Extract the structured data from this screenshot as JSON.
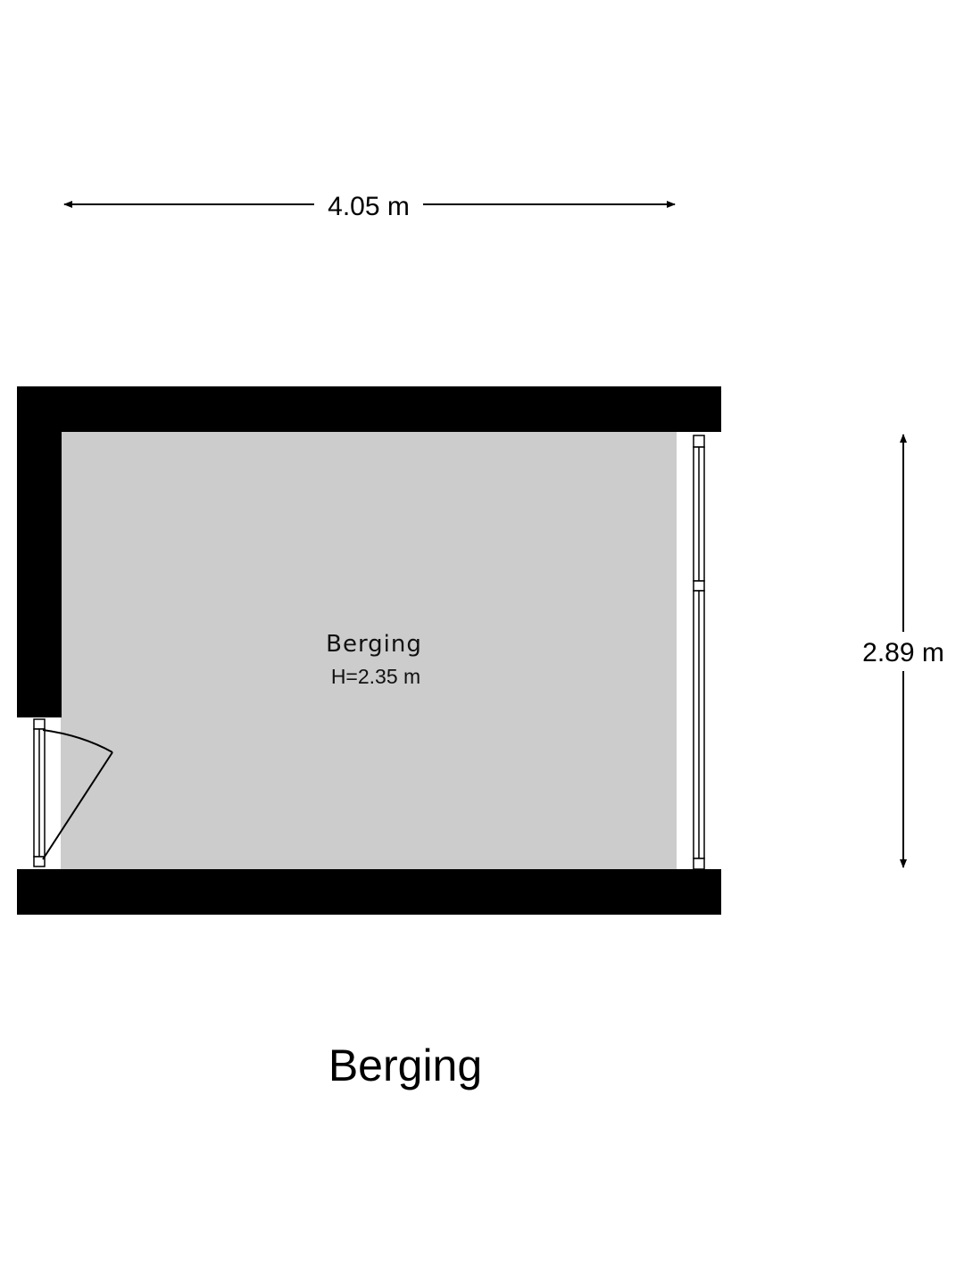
{
  "colors": {
    "wall": "#000000",
    "floor": "#cccccc",
    "background": "#ffffff"
  },
  "dimensions": {
    "width_label": "4.05 m",
    "depth_label": "2.89 m"
  },
  "room": {
    "name": "Berging",
    "height_label": "H=2.35 m"
  },
  "plan_title": "Berging"
}
